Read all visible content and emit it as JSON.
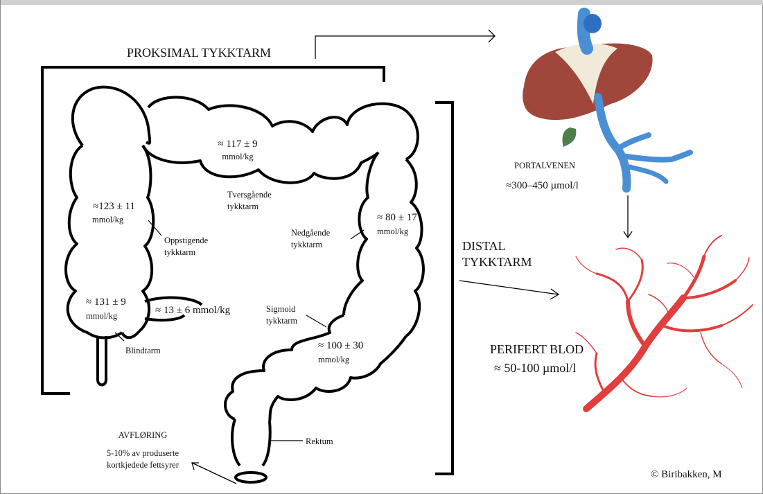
{
  "regions": {
    "proximal": "PROKSIMAL TYKKTARM",
    "distal_line1": "DISTAL",
    "distal_line2": "TYKKTARM"
  },
  "concentrations": {
    "transverse": {
      "value": "≈ 117 ± 9",
      "unit": "mmol/kg"
    },
    "ascending": {
      "value": "≈123 ± 11",
      "unit": "mmol/kg"
    },
    "descending": {
      "value": "≈ 80 ± 17",
      "unit": "mmol/kg"
    },
    "cecum": {
      "value": "≈ 131 ± 9",
      "unit": "mmol/kg"
    },
    "appendix": {
      "value": "≈ 13 ± 6 mmol/kg"
    },
    "sigmoid": {
      "value": "≈ 100 ± 30",
      "unit": "mmol/kg"
    }
  },
  "segments": {
    "transverse": {
      "line1": "Tversgående",
      "line2": "tykktarm"
    },
    "ascending": {
      "line1": "Oppstigende",
      "line2": "tykktarm"
    },
    "descending": {
      "line1": "Nedgående",
      "line2": "tykktarm"
    },
    "sigmoid": {
      "line1": "Sigmoid",
      "line2": "tykktarm"
    },
    "cecum": "Blindtarm",
    "rectum": "Rektum"
  },
  "portal_vein": {
    "name": "PORTALVENEN",
    "value": "≈300–450 µmol/l"
  },
  "peripheral_blood": {
    "name": "PERIFERT BLOD",
    "value": "≈ 50-100 µmol/l"
  },
  "feces": {
    "name": "AVFLØRING",
    "line1": "5-10% av produserte",
    "line2": "kortkjedede fettsyrer"
  },
  "copyright": "© Biribakken, M",
  "colors": {
    "outline": "#000000",
    "liver": "#a0463a",
    "vein": "#4a8fd4",
    "gallbladder": "#4e7f4a",
    "blood_vessels": "#e23e3e"
  },
  "icons": [
    "liver-icon",
    "portal-vein-icon",
    "blood-vessels-icon"
  ]
}
